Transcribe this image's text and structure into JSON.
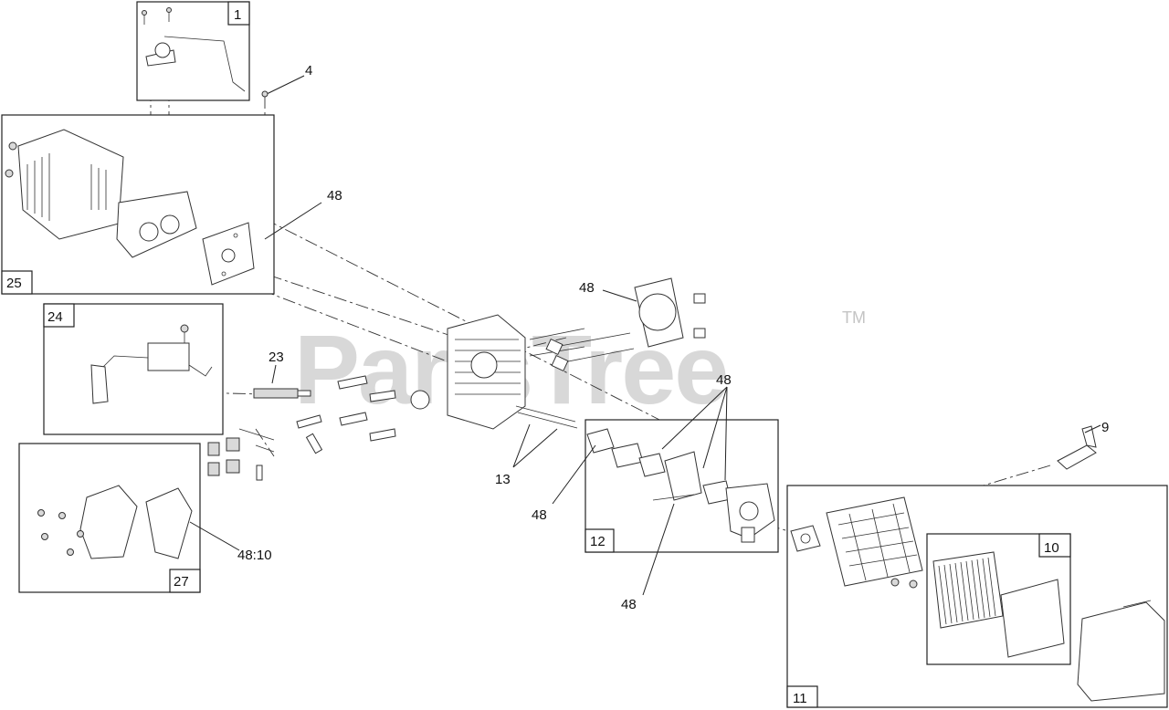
{
  "watermark": {
    "text": "PartsTree",
    "trademark": "TM"
  },
  "boxes": [
    {
      "id": "box-1",
      "tag": "1"
    },
    {
      "id": "box-25",
      "tag": "25"
    },
    {
      "id": "box-24",
      "tag": "24"
    },
    {
      "id": "box-27",
      "tag": "27"
    },
    {
      "id": "box-12",
      "tag": "12"
    },
    {
      "id": "box-11",
      "tag": "11"
    },
    {
      "id": "box-10",
      "tag": "10"
    }
  ],
  "callouts": {
    "c4": "4",
    "c48_muffler": "48",
    "c48_headgasket": "48",
    "c23": "23",
    "c48_carb": "48",
    "c13": "13",
    "c48_left": "48",
    "c48_bottom": "48",
    "c9": "9",
    "c48_10": "48:10"
  }
}
